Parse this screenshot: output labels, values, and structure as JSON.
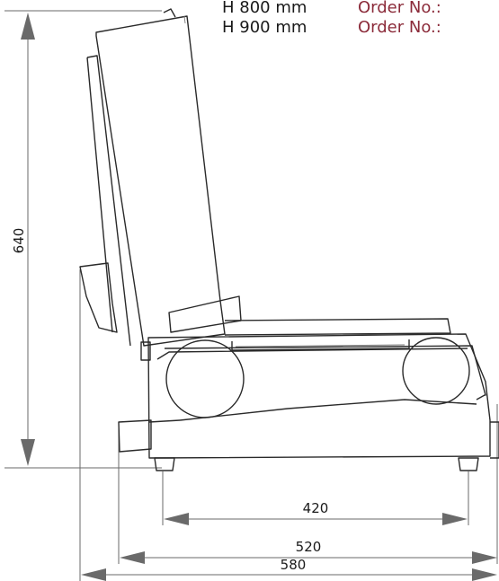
{
  "header": {
    "rows": [
      {
        "height": "H 800 mm",
        "order": "Order No.:"
      },
      {
        "height": "H 900 mm",
        "order": "Order No.:"
      }
    ]
  },
  "dimensions": {
    "height": "640",
    "width_feet": "420",
    "width_body": "520",
    "width_overall": "580"
  },
  "colors": {
    "order_label": "#8b2b3a",
    "line": "#2a2a2a",
    "dimension": "#6a6a6a"
  }
}
